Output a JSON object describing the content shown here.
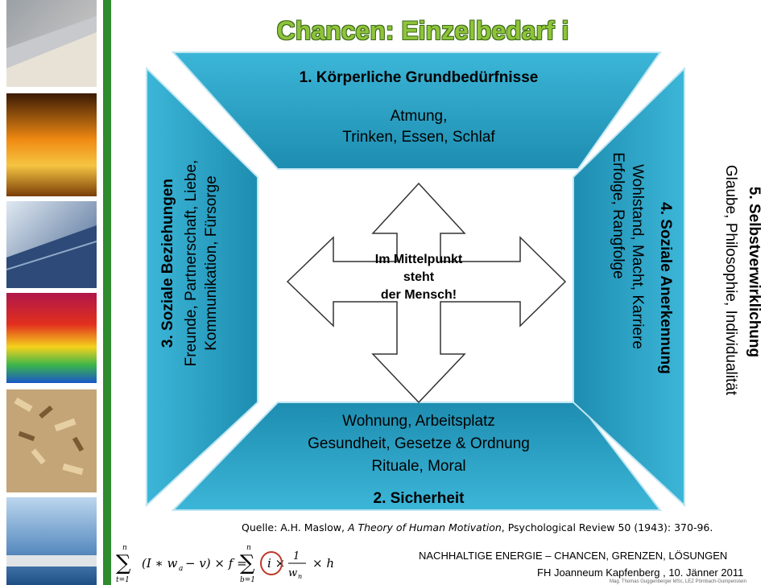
{
  "slide": {
    "title": "Chancen: Einzelbedarf i",
    "center_text": [
      "Im Mittelpunkt",
      "steht",
      "der Mensch!"
    ],
    "top_section": {
      "heading": "1. Körperliche Grundbedürfnisse",
      "lines": [
        "Atmung,",
        "Trinken, Essen, Schlaf"
      ]
    },
    "bottom_section": {
      "heading": "2. Sicherheit",
      "lines": [
        "Wohnung, Arbeitsplatz",
        "Gesundheit, Gesetze & Ordnung",
        "Rituale, Moral"
      ]
    },
    "left_section": {
      "heading": "3. Soziale Beziehungen",
      "lines": [
        "Freunde, Partnerschaft, Liebe,",
        "Kommunikation, Fürsorge"
      ]
    },
    "right_section": {
      "heading": "4. Soziale Anerkennung",
      "lines": [
        "Wohlstand, Macht, Karriere",
        "Erfolge, Rangfolge"
      ]
    },
    "outer_right": {
      "heading": "5. Selbstverwirklichung",
      "line": "Glaube, Philosophie, Individualität"
    },
    "source": {
      "prefix": "Quelle: A.H. Maslow, ",
      "book": "A Theory of Human Motivation",
      "suffix": ", Psychological Review 50 (1943): 370-96."
    },
    "footer": {
      "line1": "NACHHALTIGE ENERGIE – CHANCEN, GRENZEN, LÖSUNGEN",
      "line2": "FH Joanneum Kapfenberg , 10. Jänner 2011",
      "line3": "Mag. Thomas Guggenberger MSc, LEZ Pörnbach-Gumpenstein"
    },
    "formula_text": "∑(I * w_a − v) × f = ∑ i × 1/w_n × h",
    "colors": {
      "panel": "#2aa6c9",
      "panel_dark": "#1f8fb1",
      "title_green": "#8fc43a",
      "sidebar_green": "#2e8b2e",
      "highlight_circle": "#c0392b"
    },
    "sidebar_images": [
      "steel-roof-photo",
      "fire-photo",
      "solar-panel-photo",
      "thermal-image-photo",
      "wood-chips-photo",
      "hydro-plant-photo"
    ]
  }
}
